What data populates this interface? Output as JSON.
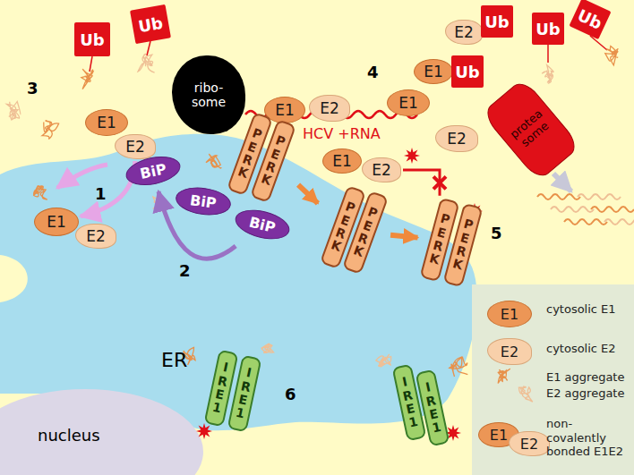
{
  "diagram": {
    "nodes": [
      {
        "text": [
          "Ub"
        ]
      },
      {
        "text": [
          "Ub"
        ]
      },
      {
        "text": [
          "ribo-some"
        ]
      },
      {
        "text": [
          "E2"
        ]
      },
      {
        "text": [
          "Ub"
        ]
      },
      {
        "text": [
          "Ub"
        ]
      },
      {
        "text": [
          "Ub"
        ]
      },
      {
        "text": [
          "E1"
        ]
      },
      {
        "text": [
          "Ub"
        ]
      },
      {
        "text": [
          "protea some"
        ]
      },
      {
        "text": [
          "E1"
        ]
      },
      {
        "text": [
          "E2"
        ]
      },
      {
        "text": [
          "E1"
        ]
      },
      {
        "text": [
          "E2"
        ]
      },
      {
        "text": [
          "E1"
        ]
      },
      {
        "text": [
          "E2"
        ]
      },
      {
        "text": [
          "E1"
        ]
      },
      {
        "text": [
          "E2"
        ]
      },
      {
        "text": [
          "BiP"
        ]
      },
      {
        "text": [
          "BiP"
        ]
      },
      {
        "text": [
          "PERK"
        ]
      },
      {
        "text": [
          "PERK"
        ]
      },
      {
        "text": [
          "BiP"
        ]
      },
      {
        "text": [
          "PERK"
        ]
      },
      {
        "text": [
          "PERK"
        ]
      },
      {
        "text": [
          "PERK"
        ]
      },
      {
        "text": [
          "PERK"
        ]
      },
      {
        "text": [
          "E1"
        ]
      },
      {
        "text": [
          "E2"
        ]
      },
      {
        "text": [
          "IRE1"
        ]
      },
      {
        "text": [
          "IRE1"
        ]
      },
      {
        "text": [
          "IRE1"
        ]
      },
      {
        "text": [
          "IRE1"
        ]
      }
    ],
    "edges": [
      {
        "from": 13,
        "to": 27,
        "arrow": "to"
      },
      {
        "from": 22,
        "to": 18,
        "arrow": "to"
      },
      {
        "from": 21,
        "to": 23,
        "arrow": "to"
      },
      {
        "from": 24,
        "to": 25,
        "arrow": "to"
      },
      {
        "from": 17,
        "to": 25,
        "arrow": "none"
      }
    ],
    "labels": [
      "3",
      "4",
      "HCV +RNA",
      "1",
      "5",
      "2",
      "ER",
      "6",
      "nucleus",
      "E1",
      "E2",
      "E1",
      "E2"
    ],
    "legend": [
      {
        "text": "cytosolic E1"
      },
      {
        "text": "cytosolic E2"
      },
      {
        "text": "E1 aggregate"
      },
      {
        "text": "E2 aggregate"
      },
      {
        "text": "non-covalently bonded E1E2"
      }
    ]
  }
}
